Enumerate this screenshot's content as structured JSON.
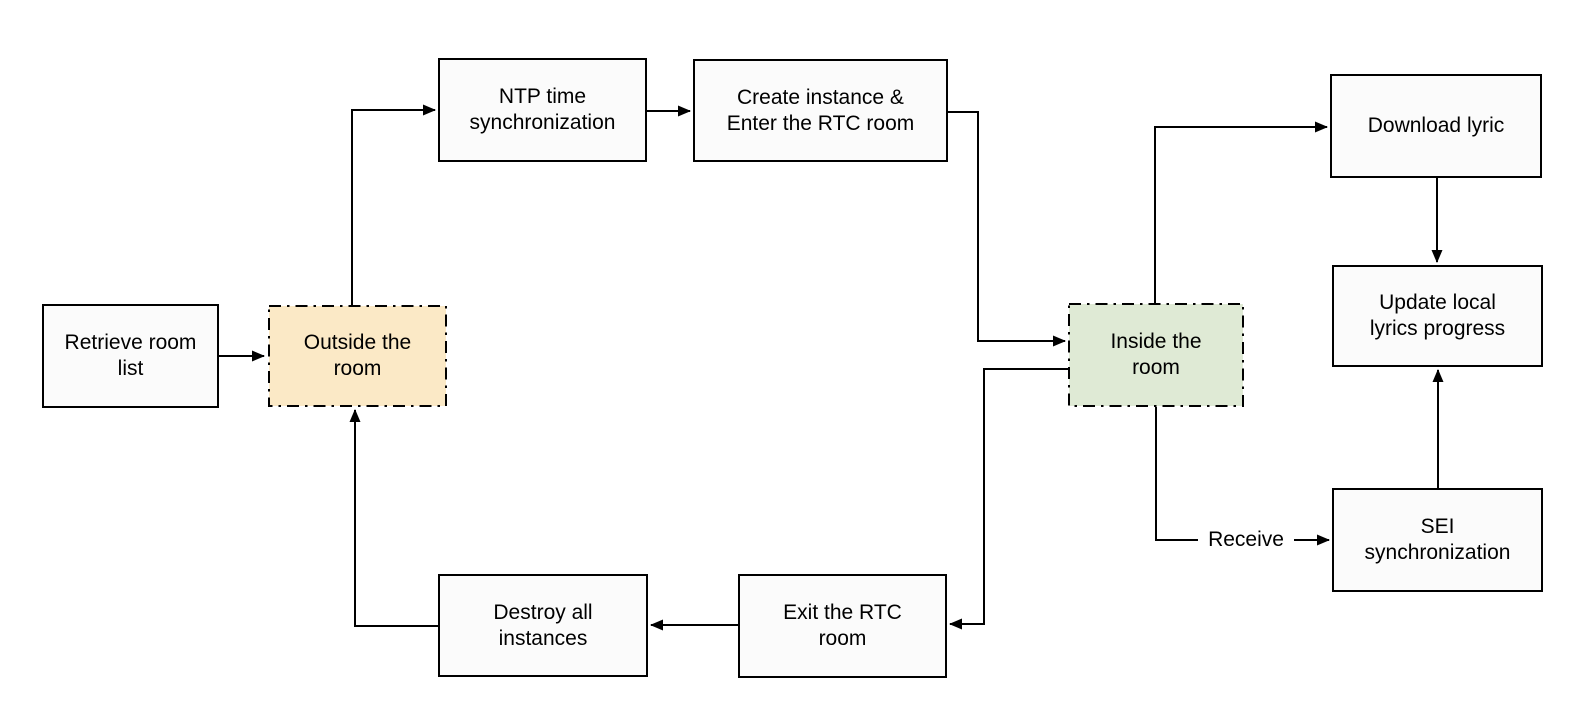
{
  "diagram": {
    "type": "flowchart",
    "colors": {
      "background": "#ffffff",
      "node_fill": "#fbfbfb",
      "node_border": "#000000",
      "outside_room_fill": "#fbe9c6",
      "inside_room_fill": "#dfead5",
      "line": "#000000"
    },
    "nodes": {
      "retrieve": {
        "label": "Retrieve room\nlist"
      },
      "outside": {
        "label": "Outside the\nroom"
      },
      "ntp": {
        "label": "NTP time\nsynchronization"
      },
      "create": {
        "label": "Create instance &\nEnter the RTC room"
      },
      "inside": {
        "label": "Inside the\nroom"
      },
      "download": {
        "label": "Download lyric"
      },
      "update": {
        "label": "Update local\nlyrics progress"
      },
      "sei": {
        "label": "SEI\nsynchronization"
      },
      "exit": {
        "label": "Exit the RTC\nroom"
      },
      "destroy": {
        "label": "Destroy all\ninstances"
      }
    },
    "edge_labels": {
      "receive": "Receive"
    },
    "edges": [
      {
        "from": "retrieve",
        "to": "outside"
      },
      {
        "from": "outside",
        "to": "ntp"
      },
      {
        "from": "ntp",
        "to": "create"
      },
      {
        "from": "create",
        "to": "inside"
      },
      {
        "from": "inside",
        "to": "download"
      },
      {
        "from": "download",
        "to": "update"
      },
      {
        "from": "sei",
        "to": "update"
      },
      {
        "from": "inside",
        "to": "sei",
        "label": "Receive"
      },
      {
        "from": "inside",
        "to": "exit"
      },
      {
        "from": "exit",
        "to": "destroy"
      },
      {
        "from": "destroy",
        "to": "outside"
      }
    ]
  }
}
